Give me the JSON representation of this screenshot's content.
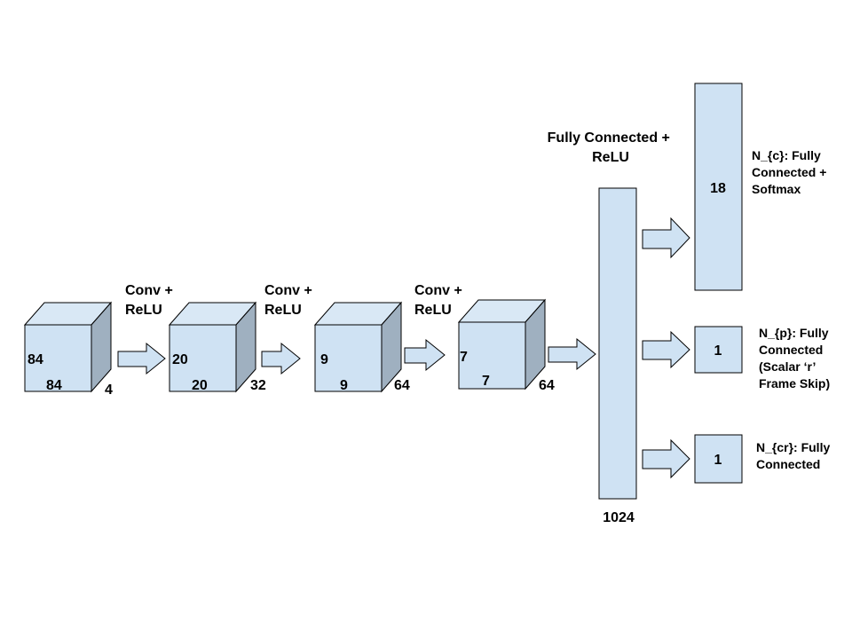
{
  "colors": {
    "fill": "#cfe2f3",
    "shade": "#9fb0c0",
    "top": "#d9e8f5",
    "stroke": "#000000",
    "text": "#000000"
  },
  "volumes": [
    {
      "h": "84",
      "w": "84",
      "d": "4"
    },
    {
      "h": "20",
      "w": "20",
      "d": "32"
    },
    {
      "h": "9",
      "w": "9",
      "d": "64"
    },
    {
      "h": "7",
      "w": "7",
      "d": "64"
    }
  ],
  "conv_label": [
    "Conv  +",
    "ReLU"
  ],
  "fc_label": [
    "Fully Connected +",
    "ReLU"
  ],
  "fc_size": "1024",
  "heads": [
    {
      "value": "18",
      "label": [
        "N_{c}: Fully",
        "Connected +",
        " Softmax"
      ]
    },
    {
      "value": "1",
      "label": [
        "N_{p}: Fully",
        "Connected",
        "(Scalar ‘r’",
        "Frame Skip)"
      ]
    },
    {
      "value": "1",
      "label": [
        "N_{cr}: Fully",
        "Connected"
      ]
    }
  ]
}
